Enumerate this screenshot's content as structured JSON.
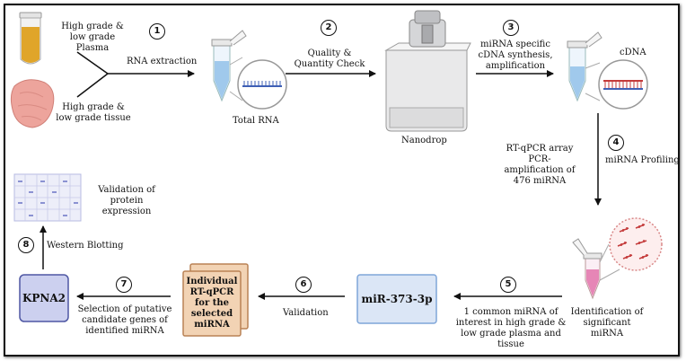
{
  "inputs": {
    "plasma_label": "High grade & low grade Plasma",
    "tissue_label": "High grade & low grade tissue"
  },
  "steps": [
    {
      "num": "1",
      "label": "RNA extraction"
    },
    {
      "num": "2",
      "label": "Quality & Quantity Check"
    },
    {
      "num": "3",
      "label": "miRNA specific cDNA synthesis, amplification"
    },
    {
      "num": "4",
      "label": "miRNA Profiling"
    },
    {
      "num": "5",
      "label": "1 common miRNA of interest in high grade & low grade plasma and tissue"
    },
    {
      "num": "6",
      "label": "Validation"
    },
    {
      "num": "7",
      "label": "Selection of putative candidate genes of identified miRNA"
    },
    {
      "num": "8",
      "label": "Western Blotting"
    }
  ],
  "nodes": {
    "total_rna": "Total RNA",
    "nanodrop": "Nanodrop",
    "cdna": "cDNA",
    "array_note": "RT-qPCR array PCR-amplification of 476 miRNA",
    "significant": "Identification of significant miRNA",
    "mirna_box": "miR-373-3p",
    "rtqpcr_box": "Individual RT-qPCR for the selected miRNA",
    "kpna2_box": "KPNA2",
    "validation_protein": "Validation of protein expression"
  },
  "colors": {
    "plasma": "#e0a52a",
    "tissue": "#eda49c",
    "tube_liquid": "#7fb7e6",
    "mirna_box_fill": "#dbe6f6",
    "mirna_box_stroke": "#7fa6d9",
    "rtqpcr_fill": "#f2d3b4",
    "rtqpcr_stroke": "#b98255",
    "kpna2_fill": "#ccd0ef",
    "kpna2_stroke": "#4e57a3",
    "cdna_strand_top": "#c43b3b",
    "cdna_strand_bottom": "#3e5fb5",
    "pink_tube": "#e686b6"
  }
}
